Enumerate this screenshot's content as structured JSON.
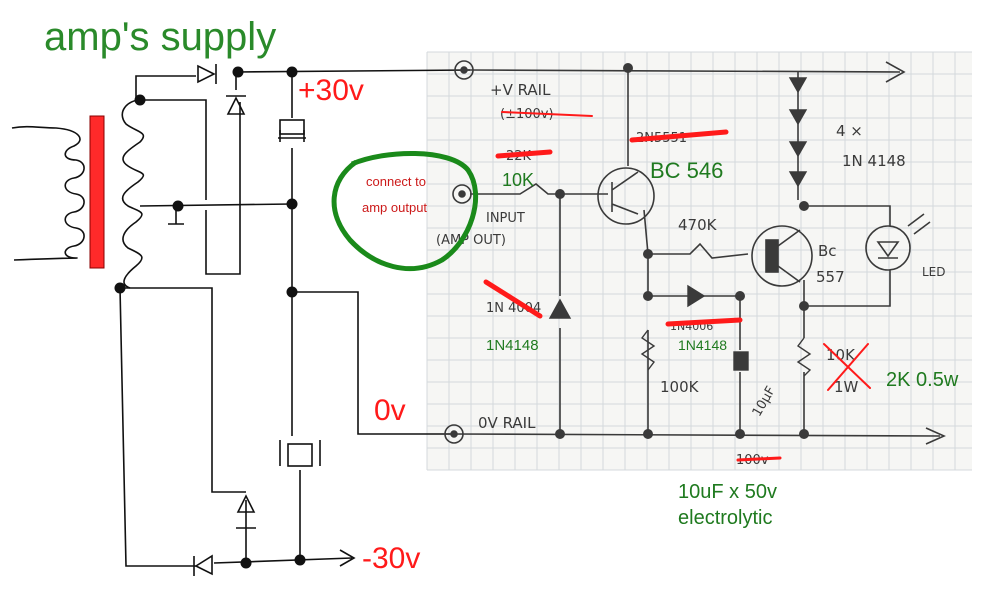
{
  "title": "amp's supply",
  "colors": {
    "title": "#2a8a2a",
    "green_label": "#1f7a1f",
    "voltage_red": "#ff1a1a",
    "strike_red": "#ff1a1a",
    "transformer_core": "#ff2a2a",
    "wire": "#111111",
    "ink": "#3a3a3a",
    "paper": "#f6f6f4",
    "grid": "#cfd4d8",
    "note_ring": "#1a8a1a"
  },
  "supply": {
    "plus_label": "+30v",
    "zero_label": "0v",
    "minus_label": "-30v"
  },
  "sketch": {
    "rail_plus": "+V RAIL",
    "rail_plus_note": "(±100v)",
    "rail_zero": "0V RAIL",
    "input_label": "INPUT",
    "input_sub": "(AMP OUT)",
    "r1_orig": "22K",
    "q1_orig": "2N5551",
    "d1_orig": "1N 4004",
    "d2_orig": "1N4006",
    "r_470k": "470K",
    "r_100k": "100K",
    "c_10uf": "10µF",
    "c_orig_voltage": "100v",
    "q2_label_1": "Bc",
    "q2_label_2": "557",
    "diodes_count": "4 ×",
    "diodes_type": "1N 4148",
    "led_label": "LED",
    "r_load_orig_1": "10K",
    "r_load_orig_2": "1W"
  },
  "annotations": {
    "r1_new": "10K",
    "q1_new": "BC 546",
    "d1_new": "1N4148",
    "d2_new": "1N4148",
    "r_load_new": "2K 0.5w",
    "cap_new_1": "10uF x 50v",
    "cap_new_2": "electrolytic",
    "note_1": "connect to",
    "note_2": "amp output"
  }
}
